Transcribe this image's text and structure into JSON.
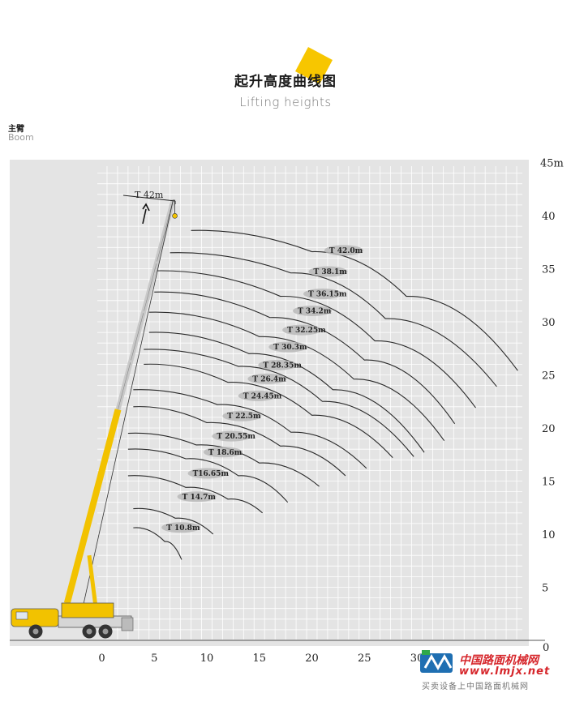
{
  "header": {
    "title_cn": "起升高度曲线图",
    "title_en": "Lifting heights",
    "accent_color": "#f7c600"
  },
  "section": {
    "label_cn": "主臂",
    "label_en": "Boom"
  },
  "chart_data": {
    "type": "line",
    "title": "",
    "xlabel": "",
    "ylabel": "",
    "xlim": [
      -9,
      40
    ],
    "ylim": [
      0,
      45
    ],
    "x_ticks": [
      0,
      5,
      10,
      15,
      20,
      25,
      30
    ],
    "y_ticks": [
      5,
      10,
      15,
      20,
      25,
      30,
      35,
      40
    ],
    "y_tick_labels": [
      "5",
      "10",
      "15",
      "20",
      "25",
      "30",
      "35",
      "40"
    ],
    "y_top_label": "45m",
    "y_bottom_label": "0",
    "grid": true,
    "grid_color": "#ffffff",
    "plot_bg": "#e4e4e4",
    "boom_label": "T 42m",
    "boom_tip": [
      6.8,
      41.5
    ],
    "boom_base": [
      -3.3,
      3.5
    ],
    "boom_colors": {
      "yellow": "#f2c200",
      "gray": "#c8c8c8"
    },
    "series": [
      {
        "name": "T 10.8m",
        "points": [
          [
            3,
            10.6
          ],
          [
            6,
            9.3
          ],
          [
            7.6,
            7.6
          ]
        ],
        "label_at": [
          6,
          10.4
        ]
      },
      {
        "name": "T 14.7m",
        "points": [
          [
            3,
            12.4
          ],
          [
            7,
            11.5
          ],
          [
            10.6,
            10.0
          ]
        ],
        "label_at": [
          7.5,
          13.3
        ]
      },
      {
        "name": "T16.65m",
        "points": [
          [
            2.5,
            15.5
          ],
          [
            8,
            14.4
          ],
          [
            12,
            13.3
          ],
          [
            15.3,
            12.0
          ]
        ],
        "label_at": [
          8.5,
          15.5
        ]
      },
      {
        "name": "T 18.6m",
        "points": [
          [
            2.5,
            18.0
          ],
          [
            8,
            17.1
          ],
          [
            13,
            15.5
          ],
          [
            17.7,
            13.0
          ]
        ],
        "label_at": [
          10,
          17.5
        ]
      },
      {
        "name": "T 20.55m",
        "points": [
          [
            2.5,
            19.5
          ],
          [
            9,
            18.4
          ],
          [
            15,
            16.7
          ],
          [
            20.7,
            14.5
          ]
        ],
        "label_at": [
          10.8,
          19.0
        ]
      },
      {
        "name": "T 22.5m",
        "points": [
          [
            3,
            22.0
          ],
          [
            10,
            20.5
          ],
          [
            17,
            18.3
          ],
          [
            23.2,
            15.5
          ]
        ],
        "label_at": [
          11.8,
          20.9
        ]
      },
      {
        "name": "T 24.45m",
        "points": [
          [
            3,
            23.6
          ],
          [
            11,
            22.2
          ],
          [
            18,
            19.6
          ],
          [
            25.2,
            16.2
          ]
        ],
        "label_at": [
          13.3,
          22.8
        ]
      },
      {
        "name": "T 26.4m",
        "points": [
          [
            4,
            26.0
          ],
          [
            12,
            24.3
          ],
          [
            20,
            21.2
          ],
          [
            27.7,
            17.2
          ]
        ],
        "label_at": [
          14.2,
          24.4
        ]
      },
      {
        "name": "T 28.35m",
        "points": [
          [
            4,
            27.4
          ],
          [
            13,
            25.8
          ],
          [
            21,
            22.5
          ],
          [
            29.7,
            17.3
          ]
        ],
        "label_at": [
          15.2,
          25.7
        ]
      },
      {
        "name": "T 30.3m",
        "points": [
          [
            4.5,
            29.0
          ],
          [
            14,
            27.0
          ],
          [
            22,
            23.6
          ],
          [
            30.7,
            17.7
          ]
        ],
        "label_at": [
          16.2,
          27.4
        ]
      },
      {
        "name": "T 32.25m",
        "points": [
          [
            4.5,
            30.9
          ],
          [
            15,
            28.6
          ],
          [
            24,
            24.6
          ],
          [
            32.6,
            18.8
          ]
        ],
        "label_at": [
          17.5,
          29.0
        ]
      },
      {
        "name": "T 34.2m",
        "points": [
          [
            5,
            32.8
          ],
          [
            16,
            30.4
          ],
          [
            25,
            26.4
          ],
          [
            33.6,
            20.4
          ]
        ],
        "label_at": [
          18.5,
          30.8
        ]
      },
      {
        "name": "T 36.15m",
        "points": [
          [
            5,
            34.8
          ],
          [
            17,
            32.4
          ],
          [
            26,
            28.2
          ],
          [
            35.6,
            21.9
          ]
        ],
        "label_at": [
          19.5,
          32.4
        ]
      },
      {
        "name": "T 38.1m",
        "points": [
          [
            6.5,
            36.5
          ],
          [
            18,
            34.6
          ],
          [
            27,
            30.3
          ],
          [
            37.6,
            23.9
          ]
        ],
        "label_at": [
          20,
          34.5
        ]
      },
      {
        "name": "T 42.0m",
        "points": [
          [
            8.5,
            38.6
          ],
          [
            20,
            36.6
          ],
          [
            29,
            32.4
          ],
          [
            39.6,
            25.4
          ]
        ],
        "label_at": [
          21.5,
          36.5
        ]
      }
    ]
  },
  "watermark": {
    "cn": "中国路面机械网",
    "url": "www.lmjx.net",
    "sub": "买卖设备上中国路面机械网"
  }
}
